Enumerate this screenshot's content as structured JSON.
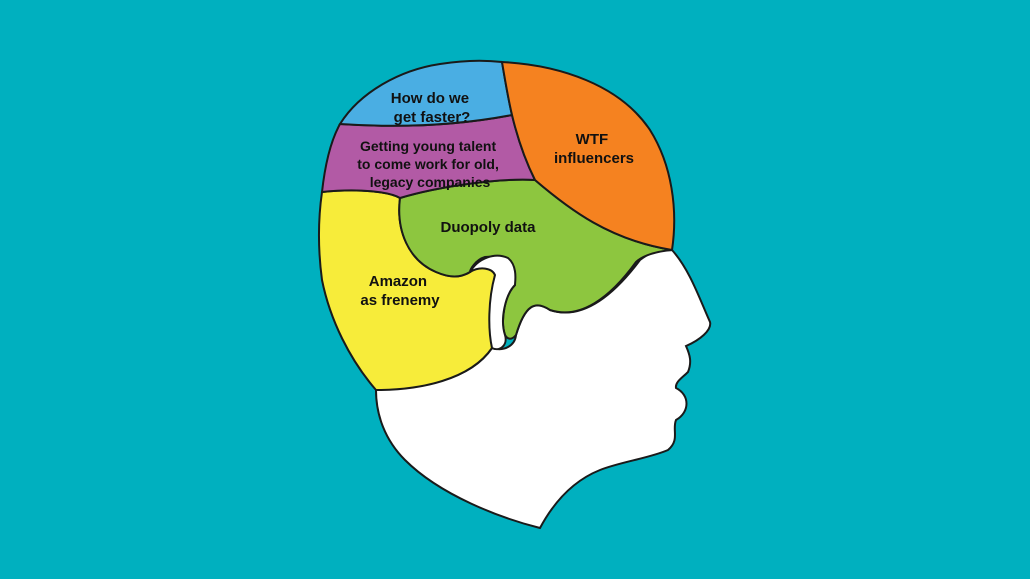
{
  "colors": {
    "background": "#00b0bf",
    "outline": "#1a1a1a",
    "face": "#ffffff"
  },
  "regions": [
    {
      "id": "speed",
      "lines": [
        "How do we",
        "get faster?"
      ],
      "color": "#4aaee3"
    },
    {
      "id": "influencers",
      "lines": [
        "WTF",
        "influencers"
      ],
      "color": "#f58220"
    },
    {
      "id": "talent",
      "lines": [
        "Getting young talent",
        "to come work for old,",
        "legacy companies"
      ],
      "color": "#b25aa5"
    },
    {
      "id": "duopoly",
      "lines": [
        "Duopoly data"
      ],
      "color": "#8dc63f"
    },
    {
      "id": "amazon",
      "lines": [
        "Amazon",
        "as frenemy"
      ],
      "color": "#f7ec3a"
    }
  ]
}
